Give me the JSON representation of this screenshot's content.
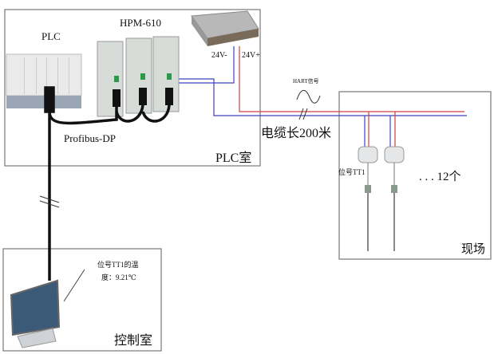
{
  "plc_room": {
    "label": "PLC室",
    "plc_label": "PLC",
    "gateway_label": "HPM-610",
    "bus_label": "Profibus-DP",
    "psu_neg": "24V-",
    "psu_pos": "24V+"
  },
  "cable": {
    "signal_label": "HART信号",
    "length_label": "电缆长200米"
  },
  "field": {
    "label": "现场",
    "tag_label": "位号TT1",
    "count_label": ". . .  12个"
  },
  "control_room": {
    "label": "控制室",
    "callout_line1": "位号TT1的温",
    "callout_line2": "度：9.21℃"
  },
  "colors": {
    "positive_wire": "#d04040",
    "negative_wire": "#4040c0",
    "box_border": "#777777",
    "bus_cable": "#111111"
  }
}
